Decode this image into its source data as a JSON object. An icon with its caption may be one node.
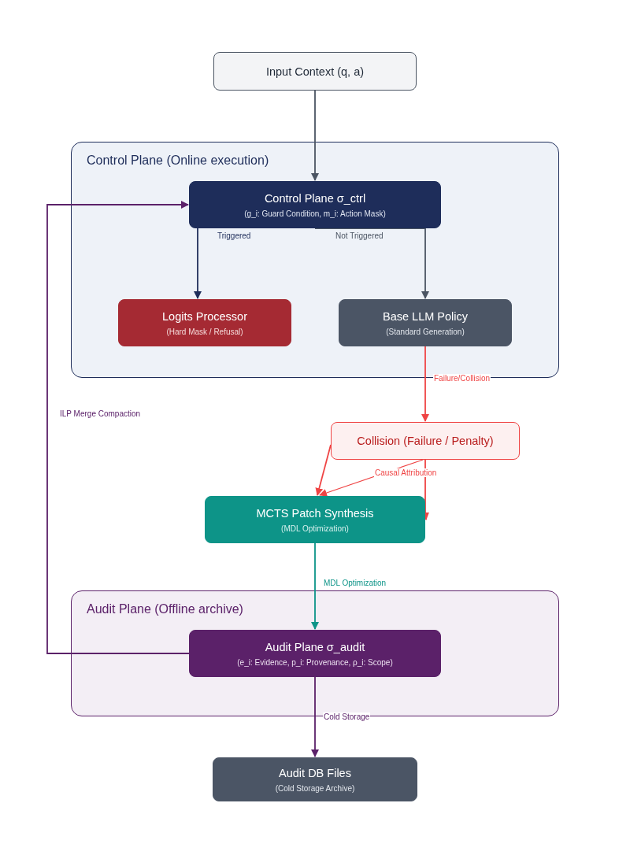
{
  "diagram": {
    "nodes": [
      {
        "text": [
          "Input Context (q, a)"
        ]
      },
      {
        "text": [
          "Control Plane (Online execution)"
        ]
      },
      {
        "text": [
          "Control Plane σ_ctrl",
          "(g_i: Guard Condition, m_i: Action Mask)"
        ],
        "in": 1
      },
      {
        "text": [
          "Logits Processor",
          "(Hard Mask / Refusal)"
        ],
        "in": 1
      },
      {
        "text": [
          "Base LLM Policy",
          "(Standard Generation)"
        ],
        "in": 1
      },
      {
        "text": [
          "Collision (Failure / Penalty)"
        ]
      },
      {
        "text": [
          "MCTS Patch Synthesis",
          "(MDL Optimization)"
        ]
      },
      {
        "text": [
          "Audit Plane (Offline archive)"
        ]
      },
      {
        "text": [
          "Audit Plane σ_audit",
          "(e_i: Evidence, p_i: Provenance, ρ_i: Scope)"
        ],
        "in": 7
      },
      {
        "text": [
          "Audit DB Files",
          "(Cold Storage Archive)"
        ]
      }
    ],
    "edges": [
      {
        "from": 0,
        "to": 2,
        "arrow": "to",
        "color": "#4b5563"
      },
      {
        "from": 2,
        "to": 3,
        "arrow": "to",
        "label": "Triggered",
        "color": "#1e2d5a"
      },
      {
        "from": 2,
        "to": 4,
        "arrow": "to",
        "label": "Not Triggered",
        "color": "#4b5563"
      },
      {
        "from": 4,
        "to": 5,
        "arrow": "to",
        "label": "Failure/Collision",
        "color": "#ef4444"
      },
      {
        "from": 5,
        "to": 6,
        "arrow": "to",
        "color": "#ef4444"
      },
      {
        "from": 5,
        "to": 6,
        "arrow": "to",
        "label": "Causal Attribution",
        "color": "#ef4444"
      },
      {
        "from": 5,
        "to": 6,
        "arrow": "to",
        "color": "#ef4444"
      },
      {
        "from": 6,
        "to": 8,
        "arrow": "to",
        "label": "MDL Optimization",
        "color": "#0d9488"
      },
      {
        "from": 8,
        "to": 2,
        "arrow": "to",
        "label": "ILP Merge Compaction",
        "color": "#5b2169"
      },
      {
        "from": 8,
        "to": 9,
        "arrow": "to",
        "label": "Cold Storage",
        "color": "#5b2169"
      }
    ]
  }
}
